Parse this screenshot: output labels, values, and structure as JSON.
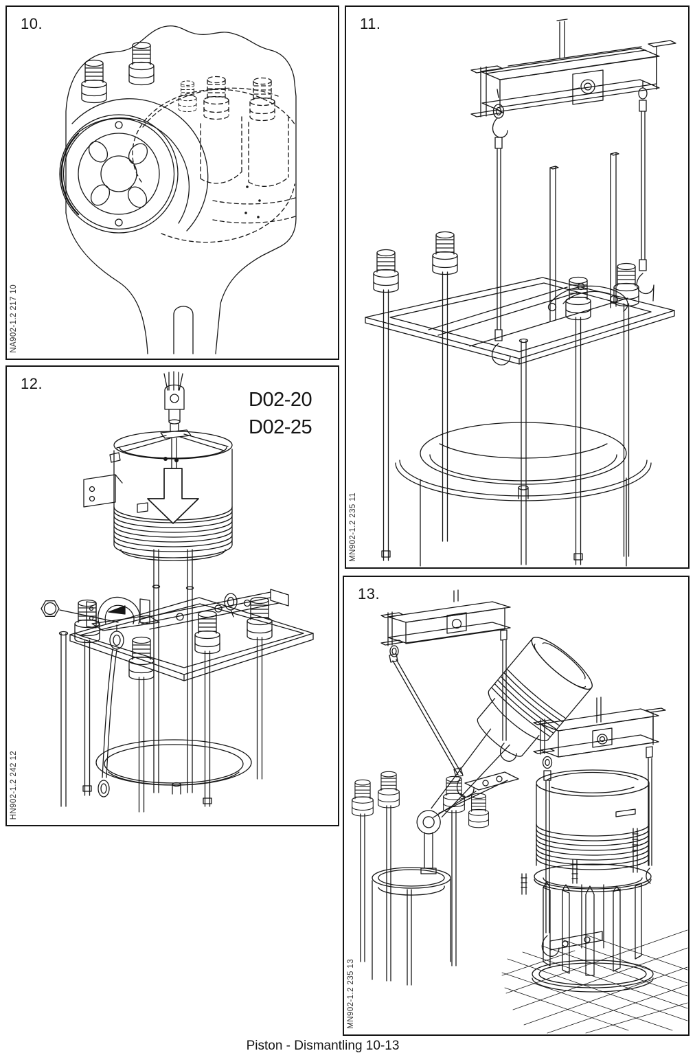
{
  "page": {
    "caption": "Piston - Dismantling 10-13",
    "background": "#ffffff",
    "ink": "#161616"
  },
  "panels": [
    {
      "number": "10.",
      "figure_code": "NA902-1.2 217 10",
      "alt": "connecting-rod-big-end-with-studs"
    },
    {
      "number": "11.",
      "figure_code": "MN902-1.2 235 11",
      "alt": "lifting-beam-with-wires-and-lifting-frame-above-piston"
    },
    {
      "number": "12.",
      "figure_code": "HN902-1.2 242 12",
      "alt": "piston-lifting-tool-lowered-onto-piston-with-support-frame",
      "tool_refs": [
        "D02-20",
        "D02-25"
      ]
    },
    {
      "number": "13.",
      "figure_code": "MN902-1.2 235 13",
      "alt": "piston-and-connecting-rod-lifted-out-and-placed-on-stand"
    }
  ]
}
